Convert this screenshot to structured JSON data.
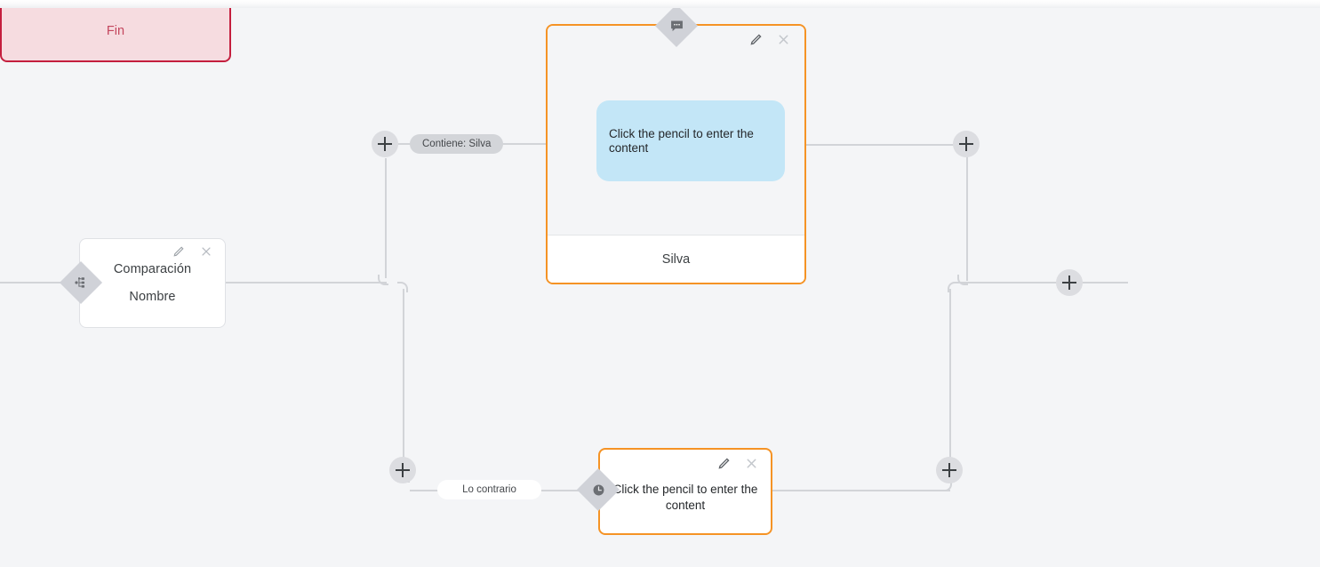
{
  "canvas": {
    "background": "#f4f5f7",
    "accent_orange": "#f59325",
    "accent_red": "#c41f3e",
    "line_color": "#d2d4d8",
    "bubble_color": "#c3e6f7"
  },
  "nodes": {
    "compare": {
      "title": "Comparación",
      "subtitle": "Nombre",
      "edit_icon": "pencil-icon",
      "close_icon": "close-icon",
      "handle_icon": "branch-icon"
    },
    "message": {
      "bubble_text": "Click the pencil to enter the content",
      "footer_text": "Silva",
      "edit_icon": "pencil-icon",
      "close_icon": "close-icon",
      "handle_icon": "chat-bubble-icon"
    },
    "small_message": {
      "text": "Click the pencil to enter the content",
      "edit_icon": "pencil-icon",
      "close_icon": "close-icon",
      "handle_icon": "clock-icon"
    },
    "end": {
      "label": "Fin"
    }
  },
  "edges": {
    "true_label": "Contiene: Silva",
    "false_label": "Lo contrario"
  },
  "add_buttons": [
    {
      "name": "add-node-top-left",
      "icon": "plus-icon"
    },
    {
      "name": "add-node-top-right",
      "icon": "plus-icon"
    },
    {
      "name": "add-node-bottom-left",
      "icon": "plus-icon"
    },
    {
      "name": "add-node-bottom-right",
      "icon": "plus-icon"
    },
    {
      "name": "add-node-end",
      "icon": "plus-icon"
    }
  ]
}
